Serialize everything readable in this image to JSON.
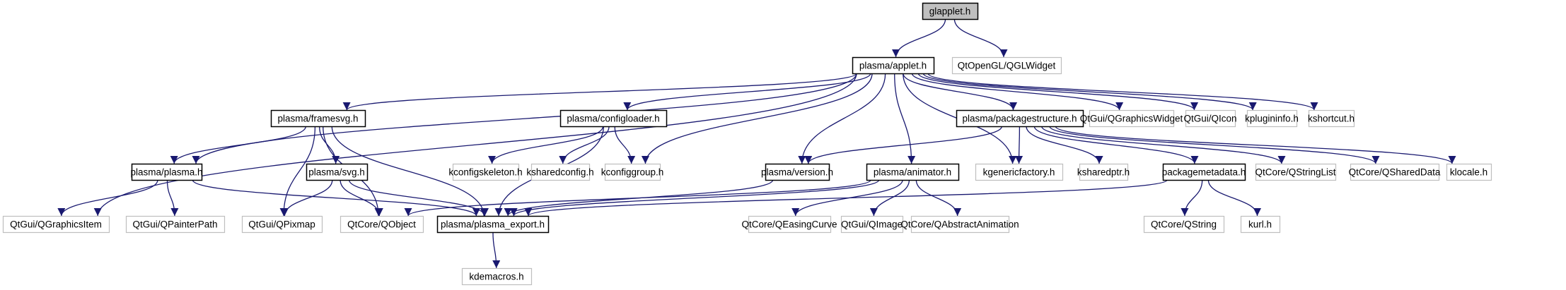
{
  "title": "Include dependency graph for glapplet.h",
  "colors": {
    "edge": "#191970",
    "root_fill": "#bfbfbf",
    "root_border": "#000000",
    "documented_border": "#000000",
    "external_border": "#bfbfbf",
    "node_fill": "#ffffff"
  },
  "nodes": [
    {
      "id": "glapplet",
      "label": "glapplet.h",
      "kind": "root"
    },
    {
      "id": "applet",
      "label": "plasma/applet.h",
      "kind": "documented"
    },
    {
      "id": "qglwidget",
      "label": "QtOpenGL/QGLWidget",
      "kind": "external"
    },
    {
      "id": "framesvg",
      "label": "plasma/framesvg.h",
      "kind": "documented"
    },
    {
      "id": "configloader",
      "label": "plasma/configloader.h",
      "kind": "documented"
    },
    {
      "id": "packagestructure",
      "label": "plasma/packagestructure.h",
      "kind": "documented"
    },
    {
      "id": "qgraphicswidget",
      "label": "QtGui/QGraphicsWidget",
      "kind": "external"
    },
    {
      "id": "qicon",
      "label": "QtGui/QIcon",
      "kind": "external"
    },
    {
      "id": "kplugininfo",
      "label": "kplugininfo.h",
      "kind": "external"
    },
    {
      "id": "kshortcut",
      "label": "kshortcut.h",
      "kind": "external"
    },
    {
      "id": "plasma",
      "label": "plasma/plasma.h",
      "kind": "documented"
    },
    {
      "id": "svg",
      "label": "plasma/svg.h",
      "kind": "documented"
    },
    {
      "id": "kconfigskeleton",
      "label": "kconfigskeleton.h",
      "kind": "external"
    },
    {
      "id": "ksharedconfig",
      "label": "ksharedconfig.h",
      "kind": "external"
    },
    {
      "id": "kconfiggroup",
      "label": "kconfiggroup.h",
      "kind": "external"
    },
    {
      "id": "version",
      "label": "plasma/version.h",
      "kind": "documented"
    },
    {
      "id": "animator",
      "label": "plasma/animator.h",
      "kind": "documented"
    },
    {
      "id": "kgenericfactory",
      "label": "kgenericfactory.h",
      "kind": "external"
    },
    {
      "id": "ksharedptr",
      "label": "ksharedptr.h",
      "kind": "external"
    },
    {
      "id": "packagemetadata",
      "label": "packagemetadata.h",
      "kind": "documented"
    },
    {
      "id": "qstringlist",
      "label": "QtCore/QStringList",
      "kind": "external"
    },
    {
      "id": "qshareddata",
      "label": "QtCore/QSharedData",
      "kind": "external"
    },
    {
      "id": "klocale",
      "label": "klocale.h",
      "kind": "external"
    },
    {
      "id": "qgraphicsitem",
      "label": "QtGui/QGraphicsItem",
      "kind": "external"
    },
    {
      "id": "qpainterpath",
      "label": "QtGui/QPainterPath",
      "kind": "external"
    },
    {
      "id": "qpixmap",
      "label": "QtGui/QPixmap",
      "kind": "external"
    },
    {
      "id": "qobject",
      "label": "QtCore/QObject",
      "kind": "external"
    },
    {
      "id": "plasma_export",
      "label": "plasma/plasma_export.h",
      "kind": "documented"
    },
    {
      "id": "qeasingcurve",
      "label": "QtCore/QEasingCurve",
      "kind": "external"
    },
    {
      "id": "qimage",
      "label": "QtGui/QImage",
      "kind": "external"
    },
    {
      "id": "qabstractanimation",
      "label": "QtCore/QAbstractAnimation",
      "kind": "external"
    },
    {
      "id": "qstring",
      "label": "QtCore/QString",
      "kind": "external"
    },
    {
      "id": "kurl",
      "label": "kurl.h",
      "kind": "external"
    },
    {
      "id": "kdemacros",
      "label": "kdemacros.h",
      "kind": "external"
    }
  ],
  "edges": [
    [
      "glapplet",
      "applet"
    ],
    [
      "glapplet",
      "qglwidget"
    ],
    [
      "applet",
      "framesvg"
    ],
    [
      "applet",
      "configloader"
    ],
    [
      "applet",
      "packagestructure"
    ],
    [
      "applet",
      "qgraphicswidget"
    ],
    [
      "applet",
      "qicon"
    ],
    [
      "applet",
      "kplugininfo"
    ],
    [
      "applet",
      "kshortcut"
    ],
    [
      "applet",
      "plasma"
    ],
    [
      "applet",
      "qgraphicsitem"
    ],
    [
      "applet",
      "kconfiggroup"
    ],
    [
      "applet",
      "version"
    ],
    [
      "applet",
      "animator"
    ],
    [
      "applet",
      "kgenericfactory"
    ],
    [
      "framesvg",
      "plasma"
    ],
    [
      "framesvg",
      "svg"
    ],
    [
      "framesvg",
      "qpixmap"
    ],
    [
      "framesvg",
      "qobject"
    ],
    [
      "framesvg",
      "plasma_export"
    ],
    [
      "configloader",
      "kconfigskeleton"
    ],
    [
      "configloader",
      "ksharedconfig"
    ],
    [
      "configloader",
      "kconfiggroup"
    ],
    [
      "configloader",
      "plasma_export"
    ],
    [
      "packagestructure",
      "version"
    ],
    [
      "packagestructure",
      "kgenericfactory"
    ],
    [
      "packagestructure",
      "ksharedptr"
    ],
    [
      "packagestructure",
      "packagemetadata"
    ],
    [
      "packagestructure",
      "qstringlist"
    ],
    [
      "packagestructure",
      "qshareddata"
    ],
    [
      "packagestructure",
      "klocale"
    ],
    [
      "plasma",
      "qgraphicsitem"
    ],
    [
      "plasma",
      "qpainterpath"
    ],
    [
      "plasma",
      "plasma_export"
    ],
    [
      "svg",
      "qpixmap"
    ],
    [
      "svg",
      "qobject"
    ],
    [
      "svg",
      "plasma_export"
    ],
    [
      "version",
      "plasma_export"
    ],
    [
      "animator",
      "qobject"
    ],
    [
      "animator",
      "plasma_export"
    ],
    [
      "animator",
      "qeasingcurve"
    ],
    [
      "animator",
      "qimage"
    ],
    [
      "animator",
      "qabstractanimation"
    ],
    [
      "packagemetadata",
      "plasma_export"
    ],
    [
      "packagemetadata",
      "qstring"
    ],
    [
      "packagemetadata",
      "kurl"
    ],
    [
      "plasma_export",
      "kdemacros"
    ]
  ]
}
